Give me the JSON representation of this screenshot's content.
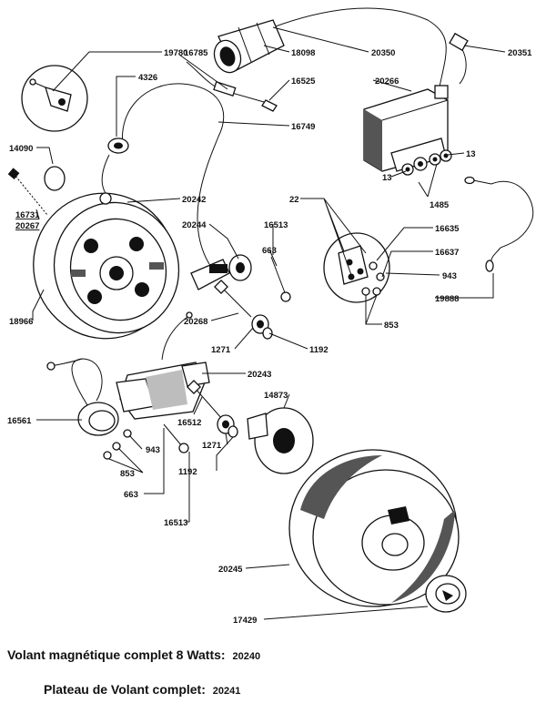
{
  "part_numbers": {
    "p19780": "19780",
    "p16785": "16785",
    "p18098": "18098",
    "p20350": "20350",
    "p20351": "20351",
    "p4326": "4326",
    "p16525": "16525",
    "p20266": "20266",
    "p16749": "16749",
    "p14090": "14090",
    "p13a": "13",
    "p13b": "13",
    "p1485": "1485",
    "p16731": "16731",
    "p20267": "20267",
    "p20242": "20242",
    "p22": "22",
    "p20244": "20244",
    "p16513a": "16513",
    "p16635": "16635",
    "p663a": "663",
    "p16637": "16637",
    "p943a": "943",
    "p19888": "19888",
    "p18966": "18966",
    "p20268": "20268",
    "p853a": "853",
    "p1271a": "1271",
    "p1192a": "1192",
    "p20243": "20243",
    "p14873": "14873",
    "p16561": "16561",
    "p16512": "16512",
    "p943b": "943",
    "p1271b": "1271",
    "p853b": "853",
    "p1192b": "1192",
    "p663b": "663",
    "p16513b": "16513",
    "p20245": "20245",
    "p17429": "17429"
  },
  "captions": {
    "line1_text": "Volant magnétique complet  8 Watts:",
    "line1_number": "20240",
    "line2_text": "Plateau de Volant complet:",
    "line2_number": "20241"
  }
}
